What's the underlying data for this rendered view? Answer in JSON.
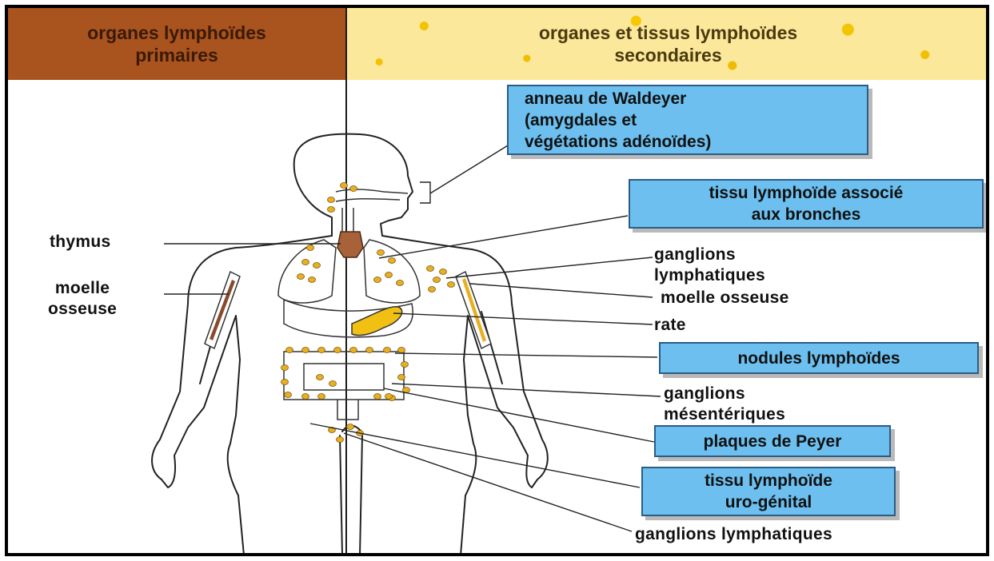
{
  "header": {
    "left": [
      "organes lymphoïdes",
      "primaires"
    ],
    "right": [
      "organes et tissus lymphoïdes",
      "secondaires"
    ]
  },
  "labels": {
    "waldeyer": [
      "anneau de Waldeyer",
      "(amygdales et",
      "végétations adénoïdes)"
    ],
    "bronches": [
      "tissu lymphoïde associé",
      "aux bronches"
    ],
    "thymus": "thymus",
    "moelle_left": [
      "moelle",
      "osseuse"
    ],
    "ganglions_lymph": [
      "ganglions",
      "lymphatiques"
    ],
    "moelle_right": "moelle osseuse",
    "rate": "rate",
    "nodules": "nodules lymphoïdes",
    "ganglions_mes": [
      "ganglions",
      "mésentériques"
    ],
    "peyer": "plaques de Peyer",
    "urogenital": [
      "tissu lymphoïde",
      "uro-génital"
    ],
    "ganglions_bottom": "ganglions lymphatiques"
  },
  "colors": {
    "header_primary": "#a9531f",
    "header_secondary": "#fbe89a",
    "box_fill": "#6cbfee",
    "lymph_node": "#e8b020",
    "thymus": "#a8623a",
    "bone_marrow": "#8a4a2a"
  }
}
